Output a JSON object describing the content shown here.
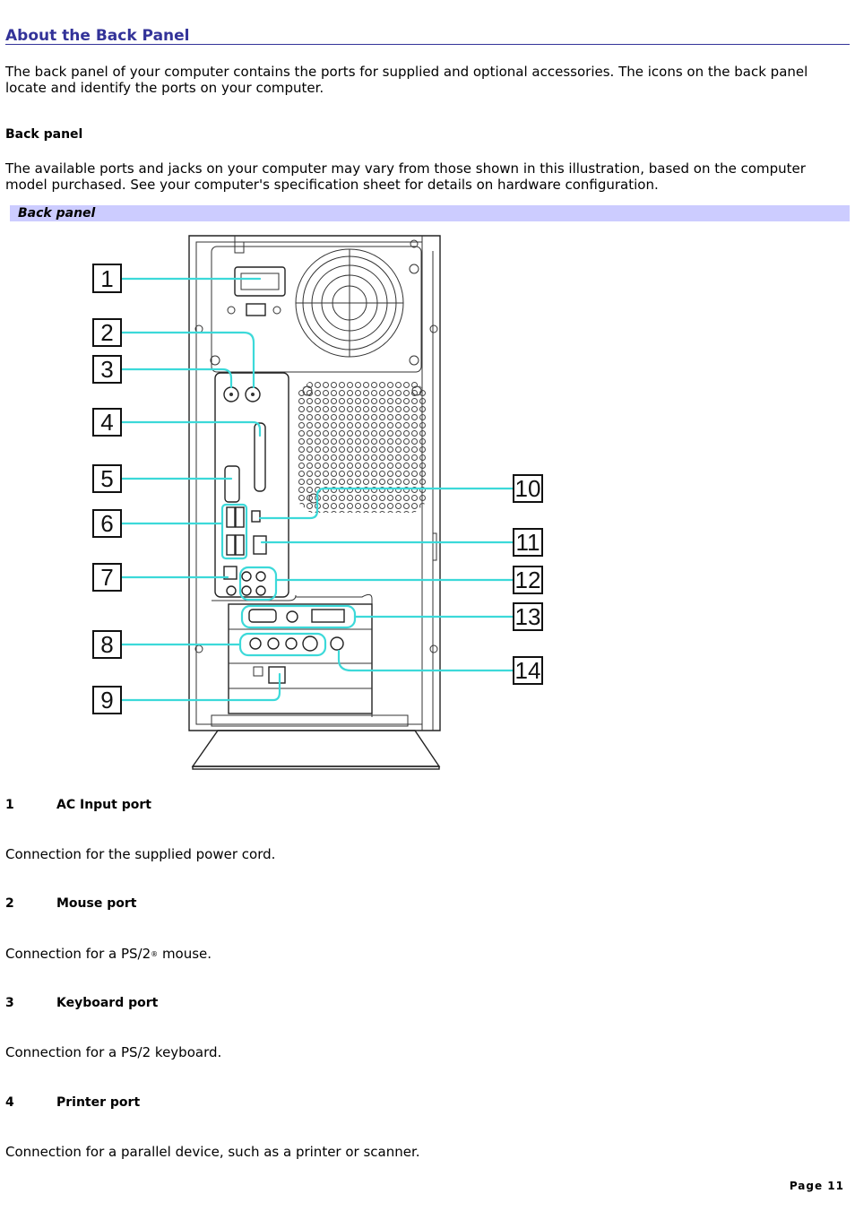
{
  "page_title": "About the Back Panel",
  "intro": "The back panel of your computer contains the ports for supplied and optional accessories. The icons on the back panel locate and identify the ports on your computer.",
  "section": {
    "heading": "Back panel",
    "text": "The available ports and jacks on your computer may vary from those shown in this illustration, based on the computer model purchased. See your computer's specification sheet for details on hardware configuration."
  },
  "figure": {
    "caption": "Back panel",
    "callouts": [
      "1",
      "2",
      "3",
      "4",
      "5",
      "6",
      "7",
      "8",
      "9",
      "10",
      "11",
      "12",
      "13",
      "14"
    ]
  },
  "items": [
    {
      "number": "1",
      "name": "AC Input port",
      "description": "Connection for the supplied power cord."
    },
    {
      "number": "2",
      "name": "Mouse port",
      "description": "Connection for a PS/2",
      "description_mark": "®",
      "description_end": " mouse."
    },
    {
      "number": "3",
      "name": "Keyboard port",
      "description": "Connection for a PS/2 keyboard."
    },
    {
      "number": "4",
      "name": "Printer port",
      "description": "Connection for a parallel device, such as a printer or scanner."
    }
  ],
  "footer": {
    "page_label": "Page 11"
  },
  "colors": {
    "title": "#333399",
    "caption_bar": "#ccccff",
    "leader_lines": "#3cd9d9",
    "text": "#000000"
  }
}
